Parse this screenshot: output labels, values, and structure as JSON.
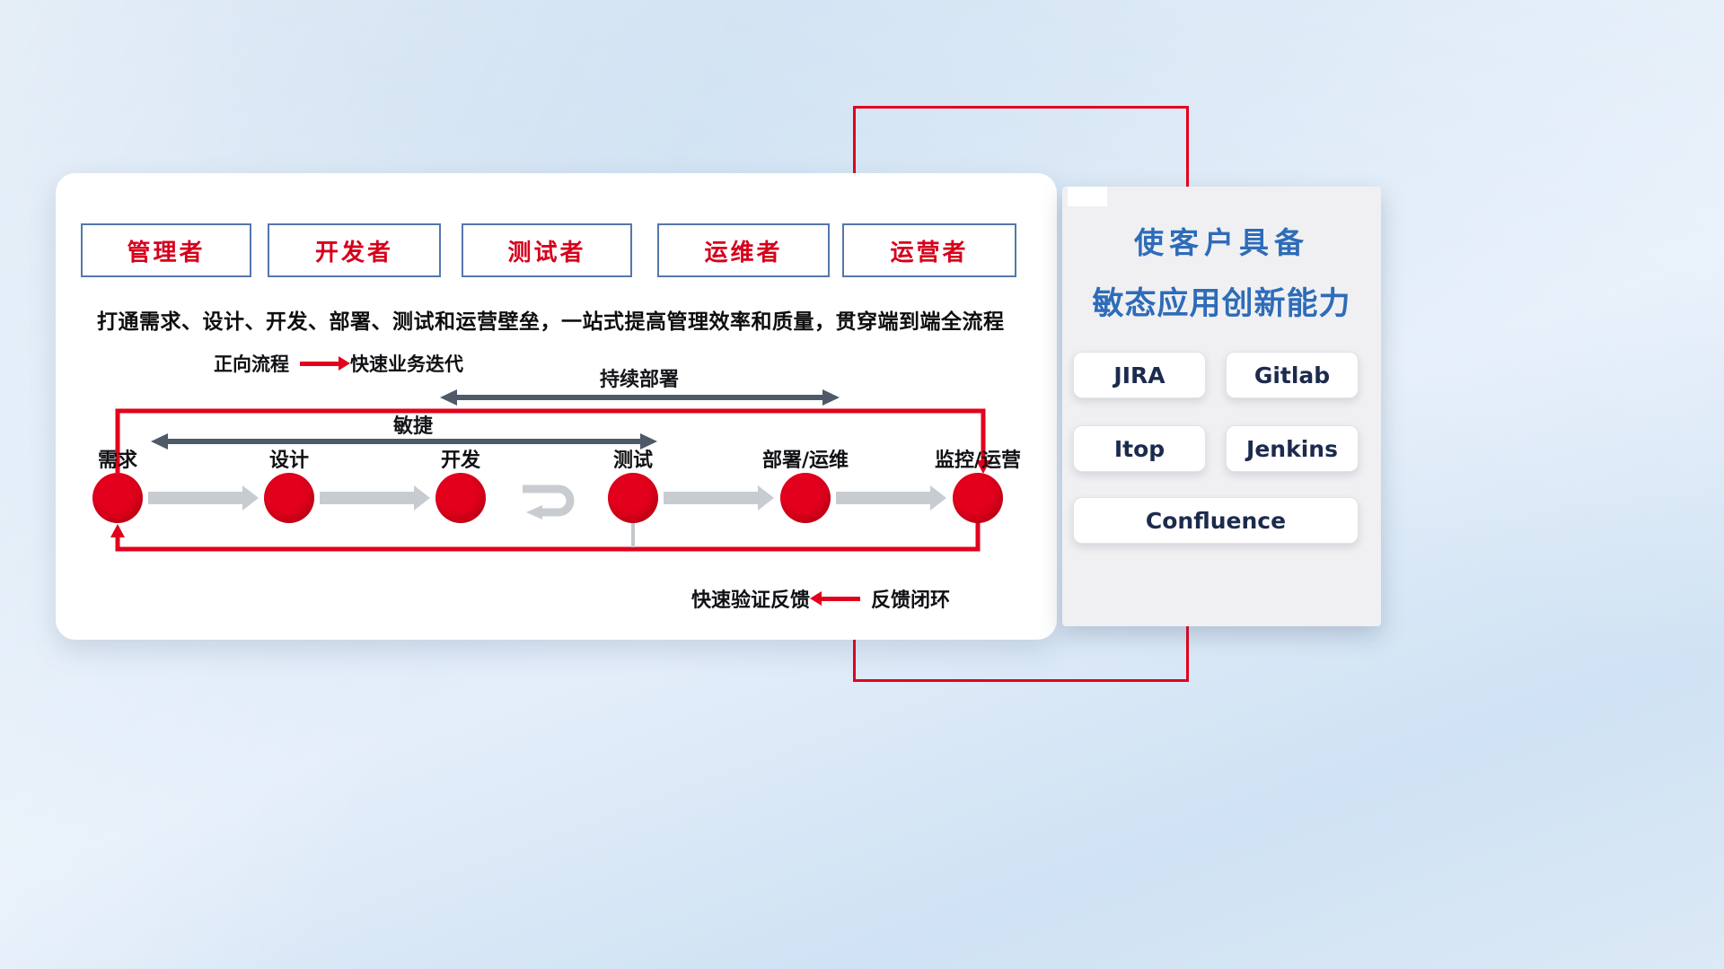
{
  "colors": {
    "accent-red": "#e3001d",
    "role-red": "#d6001c",
    "role-border": "#5577aa",
    "arrow-dark": "#4e5a68",
    "arrow-gray": "#c8ccd1",
    "title-blue": "#2e6cb8"
  },
  "roles": [
    "管理者",
    "开发者",
    "测试者",
    "运维者",
    "运营者"
  ],
  "headline": "打通需求、设计、开发、部署、测试和运营壁垒，一站式提高管理效率和质量，贯穿端到端全流程",
  "forward_legend": {
    "label": "正向流程",
    "desc": "快速业务迭代"
  },
  "flow": {
    "deploy_label": "持续部署",
    "agile_label": "敏捷",
    "nodes": [
      "需求",
      "设计",
      "开发",
      "测试",
      "部署/运维",
      "监控/运营"
    ]
  },
  "feedback_legend": {
    "label": "快速验证反馈",
    "desc": "反馈闭环"
  },
  "panel": {
    "title1": "使客户具备",
    "title2": "敏态应用创新能力",
    "tools": [
      "JIRA",
      "Gitlab",
      "Itop",
      "Jenkins",
      "Confluence"
    ]
  }
}
